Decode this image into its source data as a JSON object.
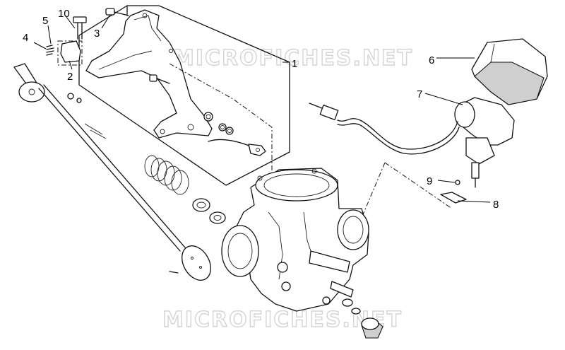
{
  "diagram": {
    "watermark_top": "MICROFICHES.NET",
    "watermark_bottom": "MICROFICHES.NET",
    "callouts": {
      "c1": "1",
      "c2": "2",
      "c3": "3",
      "c4": "4",
      "c5": "5",
      "c6": "6",
      "c7": "7",
      "c8": "8",
      "c9": "9",
      "c10": "10"
    }
  }
}
